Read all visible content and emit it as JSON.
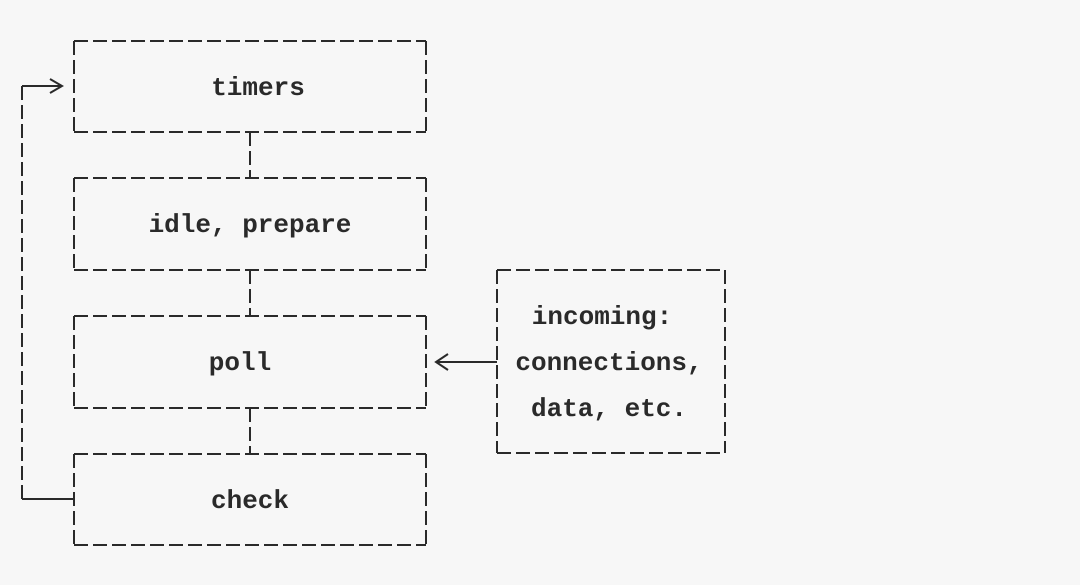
{
  "diagram": {
    "phases": [
      "timers",
      "idle, prepare",
      "poll",
      "check"
    ],
    "incoming": {
      "line1": "incoming:",
      "line2": "connections,",
      "line3": "data, etc."
    },
    "colors": {
      "background": "#f7f7f7",
      "ink": "#2a2a2a"
    }
  }
}
